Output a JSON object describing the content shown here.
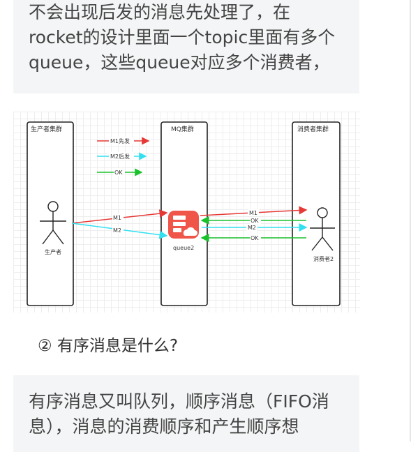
{
  "quote1": {
    "line1": "不会出现后发的消息先处理了，在",
    "line2": "rocket的设计里面一个topic里面有多个",
    "line3": "queue，这些queue对应多个消费者，"
  },
  "diagram": {
    "producer_cluster": "生产者集群",
    "mq_cluster": "MQ集群",
    "consumer_cluster": "消费者集群",
    "legend": {
      "m1": "M1先发",
      "m2": "M2后发",
      "ok": "OK"
    },
    "producer_label": "生产者",
    "queue_label": "queue2",
    "consumer_label": "消费者2",
    "arrows": {
      "m1_left": "M1",
      "m2_left": "M2",
      "m1_right": "M1",
      "ok_right_1": "OK",
      "m2_right": "M2",
      "ok_right_2": "OK"
    },
    "colors": {
      "red": "#e53935",
      "cyan": "#33e0f0",
      "green": "#19c22b",
      "queue_icon": "#f0554a"
    },
    "icons": {
      "actor": "person-icon",
      "queue": "server-cloud-icon"
    }
  },
  "heading": {
    "text": "② 有序消息是什么?"
  },
  "quote2": {
    "line1": "有序消息又叫队列，顺序消息（FIFO消",
    "line2": "息），消息的消费顺序和产生顺序想"
  }
}
